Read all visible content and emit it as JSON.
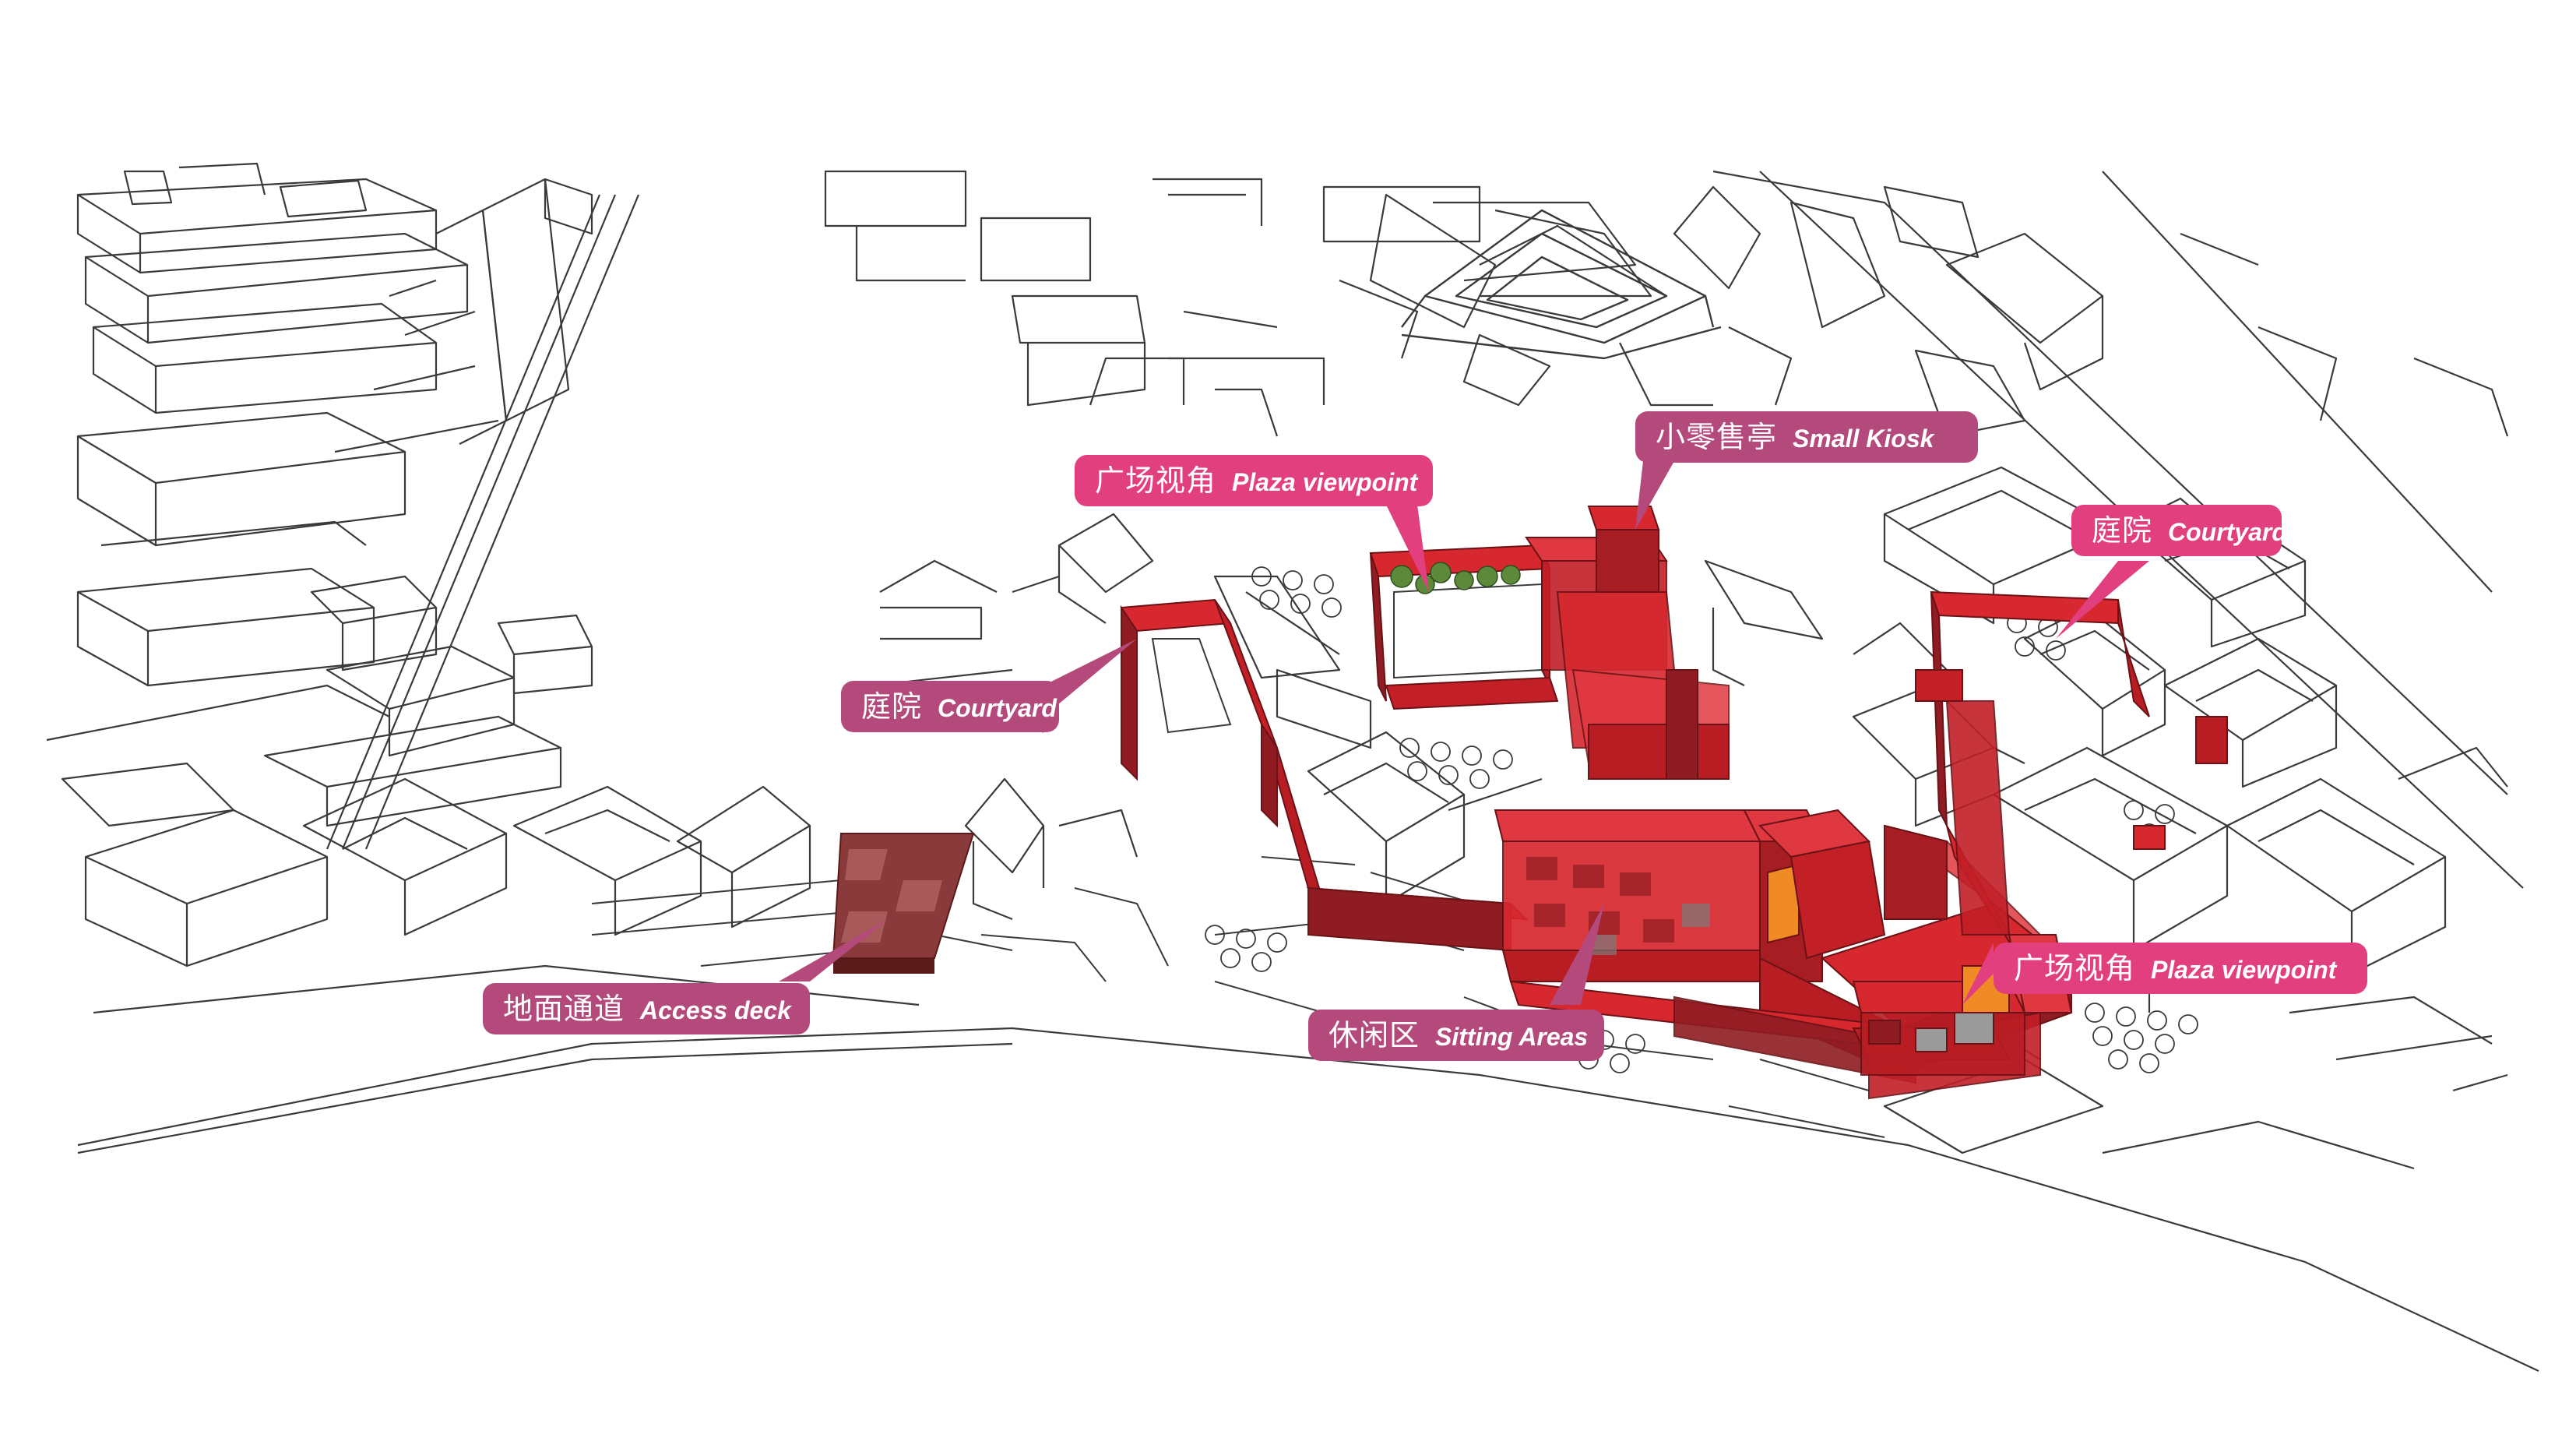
{
  "diagram": {
    "colors": {
      "line": "#3a3a3a",
      "route_red": "#d7282f",
      "route_dark": "#8e1c22",
      "route_light": "#ef5a5f",
      "access_deck": "#8a3a3a",
      "accent_orange": "#f08a24",
      "callout_pink": "#e23f7f",
      "callout_magenta": "#b4497c",
      "plant_green": "#5d8a3a"
    },
    "labels": {
      "plaza_viewpoint_top": {
        "zh": "广场视角",
        "en": "Plaza viewpoint"
      },
      "small_kiosk": {
        "zh": "小零售亭",
        "en": "Small Kiosk"
      },
      "courtyard_right": {
        "zh": "庭院",
        "en": "Courtyard"
      },
      "courtyard_left": {
        "zh": "庭院",
        "en": "Courtyard"
      },
      "access_deck": {
        "zh": "地面通道",
        "en": "Access deck"
      },
      "sitting_areas": {
        "zh": "休闲区",
        "en": "Sitting Areas"
      },
      "plaza_viewpoint_right": {
        "zh": "广场视角",
        "en": "Plaza viewpoint"
      }
    }
  }
}
